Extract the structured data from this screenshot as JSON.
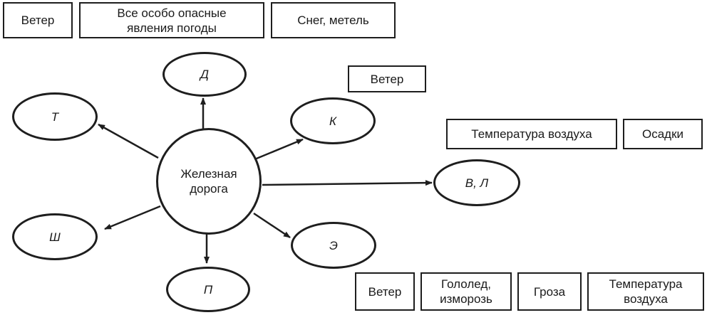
{
  "top_boxes": {
    "veter": "Ветер",
    "dangerous": "Все особо опасные\nявления погоды",
    "snow": "Снег, метель"
  },
  "center": {
    "label": "Железная\nдорога"
  },
  "nodes": {
    "d": "Д",
    "t": "Т",
    "k": "К",
    "vl": "В, Л",
    "sh": "Ш",
    "e": "Э",
    "p": "П"
  },
  "right_boxes": {
    "veter": "Ветер",
    "temperature": "Температура воздуха",
    "precipitation": "Осадки"
  },
  "bottom_boxes": {
    "veter": "Ветер",
    "ice": "Гололед,\nизморозь",
    "storm": "Гроза",
    "temperature": "Температура\nвоздуха"
  }
}
